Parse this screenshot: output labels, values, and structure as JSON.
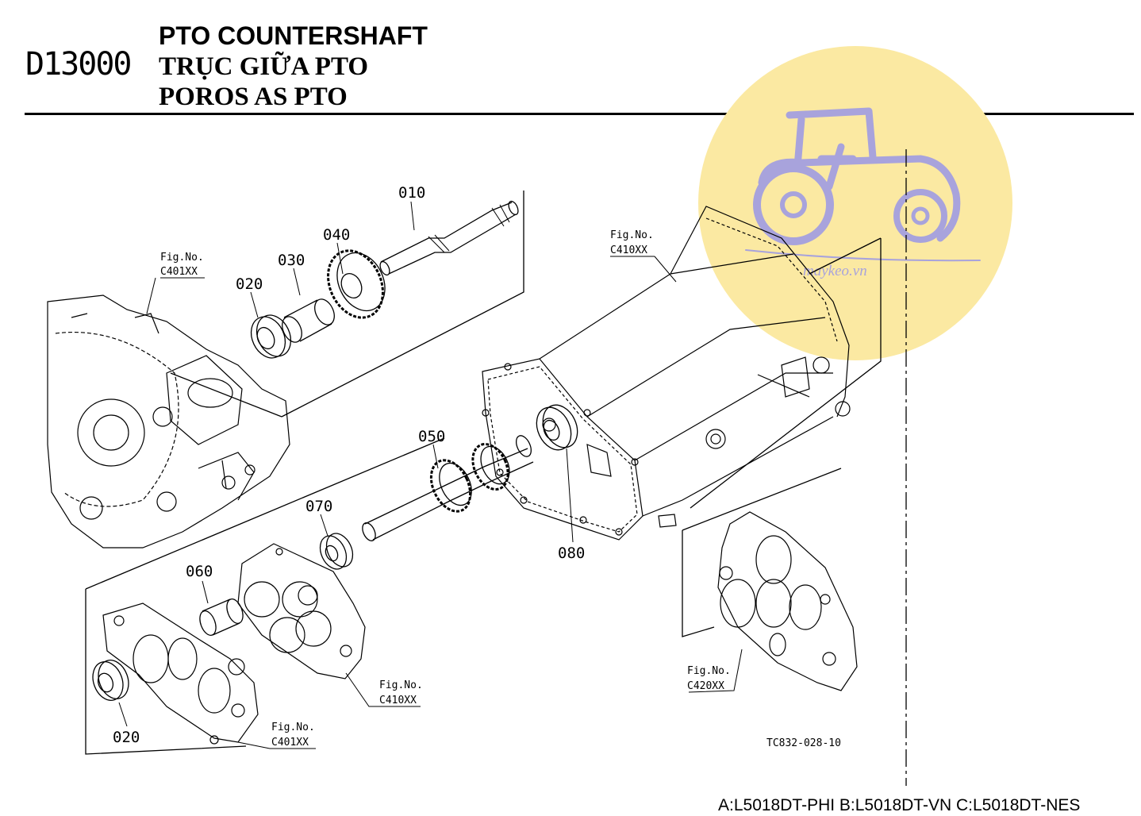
{
  "header": {
    "page_code": "D13000",
    "title_en": "PTO COUNTERSHAFT",
    "title_vi": "TRỤC GIỮA PTO",
    "title_id": "POROS AS PTO"
  },
  "parts": {
    "p010": "010",
    "p020_top": "020",
    "p030": "030",
    "p040": "040",
    "p050": "050",
    "p060": "060",
    "p070": "070",
    "p080": "080",
    "p020_bottom": "020"
  },
  "figure_refs": {
    "prefix": "Fig.No.",
    "ref_top_left": "C401XX",
    "ref_top_right": "C410XX",
    "ref_bottom_middle": "C410XX",
    "ref_bottom_left": "C401XX",
    "ref_bottom_right": "C420XX"
  },
  "drawing_code": "TC832-028-10",
  "watermark_text": "maykeo.vn",
  "footer": {
    "models": "A:L5018DT-PHI B:L5018DT-VN C:L5018DT-NES"
  },
  "colors": {
    "watermark_fill": "#fbe9a2",
    "watermark_icon": "#a8a3dc"
  }
}
